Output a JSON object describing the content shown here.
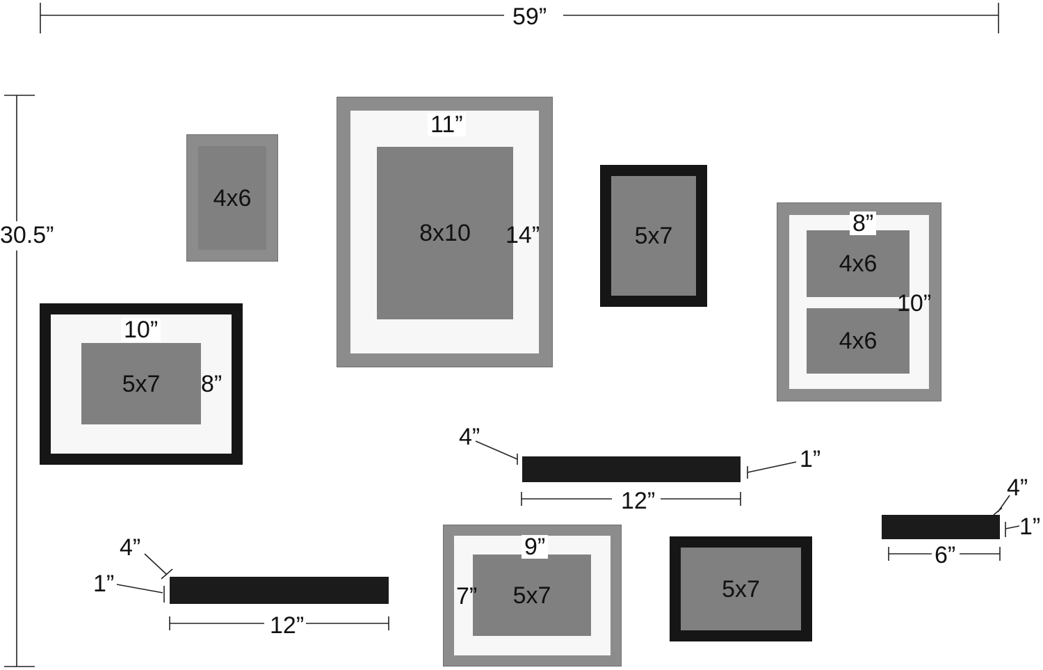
{
  "overall": {
    "width": "59”",
    "height": "30.5”"
  },
  "frames": {
    "f1": {
      "photo": "4x6"
    },
    "f2": {
      "photo": "8x10",
      "width": "11”",
      "height": "14”"
    },
    "f3": {
      "photo": "5x7"
    },
    "f4": {
      "photo_top": "4x6",
      "photo_bottom": "4x6",
      "width": "8”",
      "height": "10”"
    },
    "f5": {
      "photo": "5x7",
      "width": "10”",
      "height": "8”"
    },
    "f6": {
      "photo": "5x7",
      "width": "9”",
      "height": "7”"
    },
    "f7": {
      "photo": "5x7"
    }
  },
  "shelves": {
    "s1": {
      "depth": "4”",
      "thickness": "1”",
      "length": "12”"
    },
    "s2": {
      "depth": "4”",
      "thickness": "1”",
      "length": "12”"
    },
    "s3": {
      "depth": "4”",
      "thickness": "1”",
      "length": "6”"
    }
  },
  "colors": {
    "grey_frame": "#8c8c8c",
    "black_frame": "#161616",
    "photo": "#808080",
    "mat": "#f7f7f7",
    "shelf": "#1b1b1b"
  }
}
